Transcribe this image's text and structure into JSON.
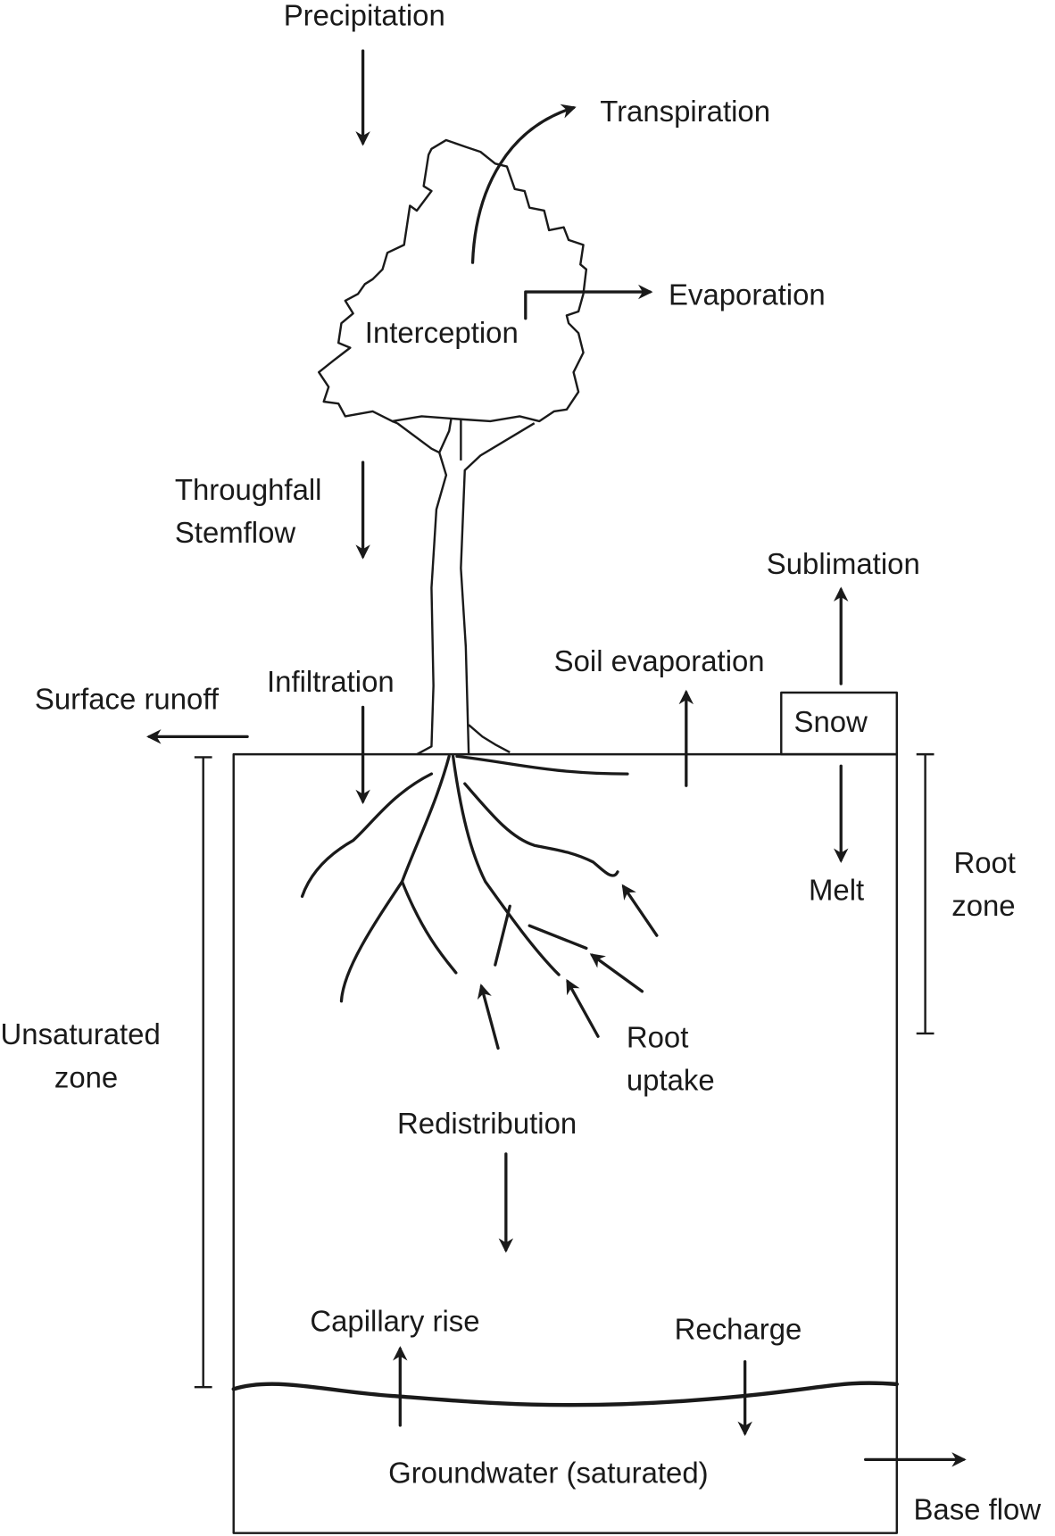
{
  "labels": {
    "precipitation": "Precipitation",
    "transpiration": "Transpiration",
    "evaporation": "Evaporation",
    "interception": "Interception",
    "throughfall": "Throughfall",
    "stemflow": "Stemflow",
    "sublimation": "Sublimation",
    "soil_evaporation": "Soil evaporation",
    "snow": "Snow",
    "surface_runoff": "Surface runoff",
    "infiltration": "Infiltration",
    "melt": "Melt",
    "root_zone_line1": "Root",
    "root_zone_line2": "zone",
    "unsaturated_zone_line1": "Unsaturated",
    "unsaturated_zone_line2": "zone",
    "root_uptake_line1": "Root",
    "root_uptake_line2": "uptake",
    "redistribution": "Redistribution",
    "capillary_rise": "Capillary rise",
    "recharge": "Recharge",
    "groundwater": "Groundwater (saturated)",
    "base_flow": "Base flow"
  },
  "colors": {
    "ink": "#1a1a1a",
    "background": "#ffffff"
  }
}
